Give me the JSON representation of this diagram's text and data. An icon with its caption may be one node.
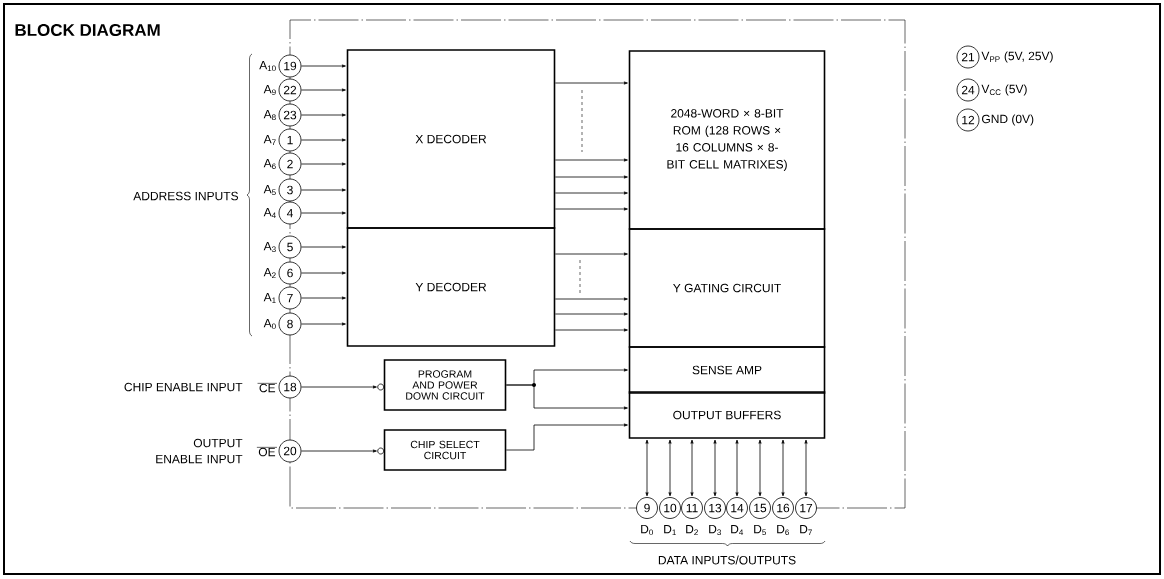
{
  "diagram": {
    "title": "BLOCK DIAGRAM",
    "nodes": [
      {
        "text": [
          "X DECODER"
        ]
      },
      {
        "text": [
          "Y DECODER"
        ]
      },
      {
        "text": [
          "2048-WORD × 8-BIT ROM (128 ROWS × 16 COLUMNS × 8-BIT CELL MATRIXES)"
        ]
      },
      {
        "text": [
          "Y GATING CIRCUIT"
        ]
      },
      {
        "text": [
          "SENSE AMP"
        ]
      },
      {
        "text": [
          "OUTPUT BUFFERS"
        ]
      },
      {
        "text": [
          "PROGRAM AND POWER DOWN CIRCUIT"
        ]
      },
      {
        "text": [
          "CHIP SELECT CIRCUIT"
        ]
      },
      {
        "text": [
          "19"
        ],
        "beside": [
          "A$_{10}$"
        ]
      },
      {
        "text": [
          "22"
        ],
        "beside": [
          "A$_{9}$"
        ]
      },
      {
        "text": [
          "23"
        ],
        "beside": [
          "A$_{8}$"
        ]
      },
      {
        "text": [
          "1"
        ],
        "beside": [
          "A$_{7}$"
        ]
      },
      {
        "text": [
          "2"
        ],
        "beside": [
          "A$_{6}$"
        ]
      },
      {
        "text": [
          "3"
        ],
        "beside": [
          "A$_{5}$"
        ]
      },
      {
        "text": [
          "4"
        ],
        "beside": [
          "A$_{4}$"
        ]
      },
      {
        "text": [
          "5"
        ],
        "beside": [
          "A$_{3}$"
        ]
      },
      {
        "text": [
          "6"
        ],
        "beside": [
          "A$_{2}$"
        ]
      },
      {
        "text": [
          "7"
        ],
        "beside": [
          "A$_{1}$"
        ]
      },
      {
        "text": [
          "8"
        ],
        "beside": [
          "A$_{0}$"
        ]
      },
      {
        "text": [
          "18"
        ],
        "beside": [
          "CHIP ENABLE INPUT",
          "CE"
        ]
      },
      {
        "text": [
          "20"
        ],
        "beside": [
          "OUTPUT ENABLE INPUT",
          "OE"
        ]
      },
      {
        "text": [
          "9"
        ],
        "beside": [
          "D$_{0}$"
        ]
      },
      {
        "text": [
          "10"
        ],
        "beside": [
          "D$_{1}$"
        ]
      },
      {
        "text": [
          "11"
        ],
        "beside": [
          "D$_{2}$"
        ]
      },
      {
        "text": [
          "13"
        ],
        "beside": [
          "D$_{3}$"
        ]
      },
      {
        "text": [
          "14"
        ],
        "beside": [
          "D$_{4}$"
        ]
      },
      {
        "text": [
          "15"
        ],
        "beside": [
          "D$_{5}$"
        ]
      },
      {
        "text": [
          "16"
        ],
        "beside": [
          "D$_{6}$"
        ]
      },
      {
        "text": [
          "17"
        ],
        "beside": [
          "D$_{7}$"
        ]
      },
      {
        "text": [
          "21"
        ],
        "beside": [
          "V$_{PP}$ (5V, 25V)"
        ]
      },
      {
        "text": [
          "24"
        ],
        "beside": [
          "V$_{CC}$ (5V)"
        ]
      },
      {
        "text": [
          "12"
        ],
        "beside": [
          "GND (0V)"
        ]
      }
    ],
    "edges": [
      {
        "from": 8,
        "to": 0,
        "arrow": "to"
      },
      {
        "from": 9,
        "to": 0,
        "arrow": "to"
      },
      {
        "from": 10,
        "to": 0,
        "arrow": "to"
      },
      {
        "from": 11,
        "to": 0,
        "arrow": "to"
      },
      {
        "from": 12,
        "to": 0,
        "arrow": "to"
      },
      {
        "from": 13,
        "to": 0,
        "arrow": "to"
      },
      {
        "from": 14,
        "to": 0,
        "arrow": "to"
      },
      {
        "from": 15,
        "to": 1,
        "arrow": "to"
      },
      {
        "from": 16,
        "to": 1,
        "arrow": "to"
      },
      {
        "from": 17,
        "to": 1,
        "arrow": "to"
      },
      {
        "from": 18,
        "to": 1,
        "arrow": "to"
      },
      {
        "from": 0,
        "to": 2,
        "arrow": "to"
      },
      {
        "from": 0,
        "to": 2,
        "arrow": "to"
      },
      {
        "from": 0,
        "to": 2,
        "arrow": "to"
      },
      {
        "from": 0,
        "to": 2,
        "arrow": "to"
      },
      {
        "from": 0,
        "to": 2,
        "arrow": "to"
      },
      {
        "from": 1,
        "to": 3,
        "arrow": "to"
      },
      {
        "from": 1,
        "to": 3,
        "arrow": "to"
      },
      {
        "from": 1,
        "to": 3,
        "arrow": "to"
      },
      {
        "from": 1,
        "to": 3,
        "arrow": "to"
      },
      {
        "from": 19,
        "to": 6,
        "arrow": "to"
      },
      {
        "from": 20,
        "to": 7,
        "arrow": "to"
      },
      {
        "from": 6,
        "to": 4,
        "arrow": "to"
      },
      {
        "from": 6,
        "to": 5,
        "arrow": "to"
      },
      {
        "from": 7,
        "to": 5,
        "arrow": "to"
      },
      {
        "from": 5,
        "to": 21,
        "arrow": "both"
      },
      {
        "from": 5,
        "to": 22,
        "arrow": "both"
      },
      {
        "from": 5,
        "to": 23,
        "arrow": "both"
      },
      {
        "from": 5,
        "to": 24,
        "arrow": "both"
      },
      {
        "from": 5,
        "to": 25,
        "arrow": "both"
      },
      {
        "from": 5,
        "to": 26,
        "arrow": "both"
      },
      {
        "from": 5,
        "to": 27,
        "arrow": "both"
      },
      {
        "from": 5,
        "to": 28,
        "arrow": "both"
      }
    ],
    "labels": [
      "ADDRESS INPUTS",
      "DATA INPUTS/OUTPUTS"
    ]
  }
}
